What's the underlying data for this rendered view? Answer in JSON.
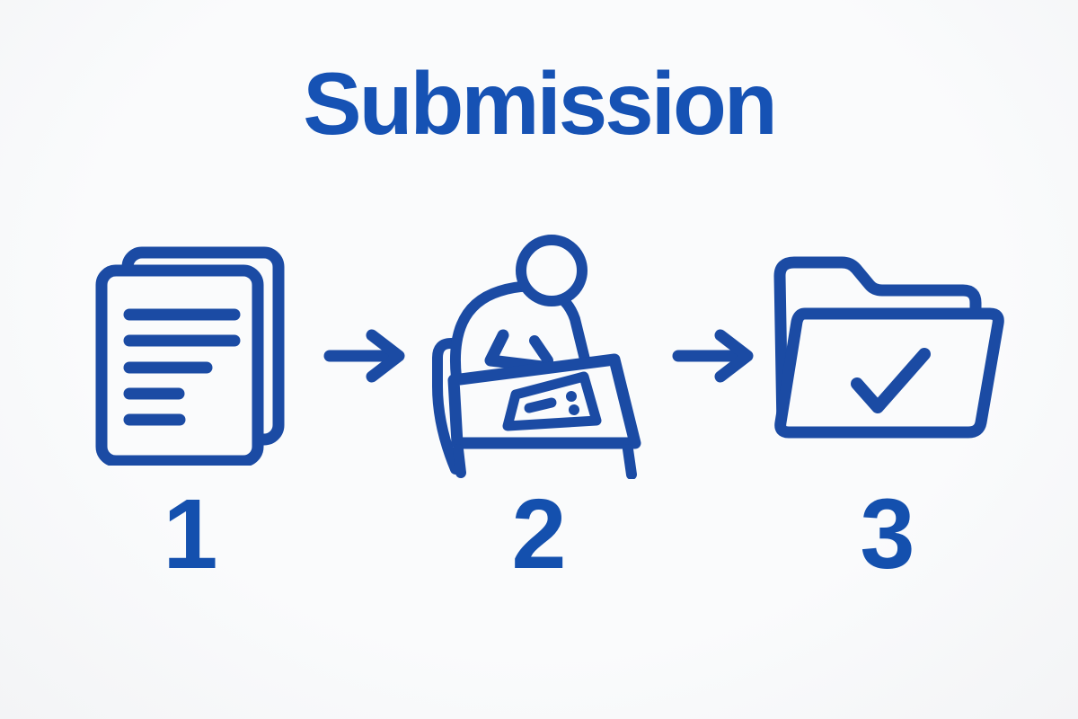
{
  "theme": {
    "css_vars": {
      "bg": "#fafbfc",
      "bg-edge": "#f3f4f6",
      "accent": "#1b4ba4",
      "title-color": "#1652b4",
      "number-color": "#1450ae"
    }
  },
  "header": {
    "title": "Submission"
  },
  "flow": {
    "arrow_icon": "arrow-right-icon",
    "steps": [
      {
        "number": "1",
        "icon": "documents-icon"
      },
      {
        "number": "2",
        "icon": "person-writing-icon"
      },
      {
        "number": "3",
        "icon": "folder-check-icon"
      }
    ]
  }
}
